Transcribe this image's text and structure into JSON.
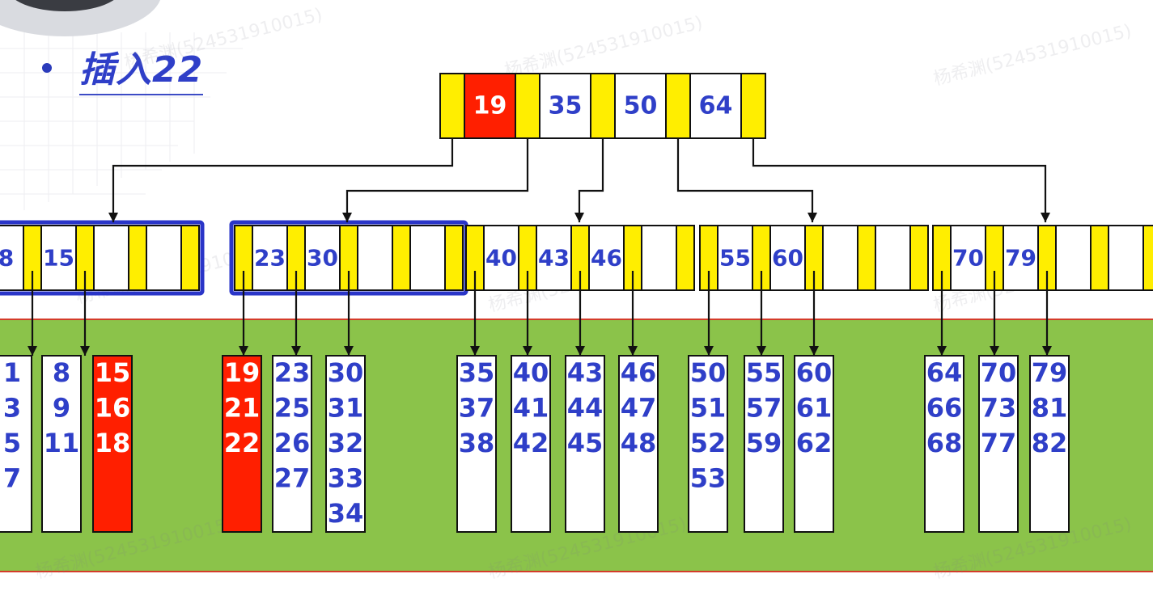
{
  "slide": {
    "bullet_title": "插入22",
    "watermark": "杨希渊(524531910015)"
  },
  "colors": {
    "key_text": "#2f3fc8",
    "pointer_slot": "#ffee00",
    "highlight": "#ff1f00",
    "group_border": "#2a35c8",
    "band": "#8bc34a",
    "band_border": "#d43c2a"
  },
  "root": {
    "keys": [
      "19",
      "35",
      "50",
      "64"
    ],
    "highlight_keys": [
      "19"
    ]
  },
  "internal_nodes": [
    {
      "keys": [
        "8",
        "15",
        "",
        ""
      ],
      "outlined": true
    },
    {
      "keys": [
        "23",
        "30",
        "",
        ""
      ],
      "outlined": true
    },
    {
      "keys": [
        "40",
        "43",
        "46",
        ""
      ],
      "outlined": false
    },
    {
      "keys": [
        "55",
        "60",
        "",
        ""
      ],
      "outlined": false
    },
    {
      "keys": [
        "70",
        "79",
        "",
        ""
      ],
      "outlined": false
    }
  ],
  "leaves": [
    {
      "values": [
        "1",
        "3",
        "5",
        "7"
      ],
      "highlight": false
    },
    {
      "values": [
        "8",
        "9",
        "11"
      ],
      "highlight": false
    },
    {
      "values": [
        "15",
        "16",
        "18"
      ],
      "highlight": true
    },
    {
      "values": [
        "19",
        "21",
        "22"
      ],
      "highlight": true
    },
    {
      "values": [
        "23",
        "25",
        "26",
        "27"
      ],
      "highlight": false
    },
    {
      "values": [
        "30",
        "31",
        "32",
        "33",
        "34"
      ],
      "highlight": false
    },
    {
      "values": [
        "35",
        "37",
        "38"
      ],
      "highlight": false
    },
    {
      "values": [
        "40",
        "41",
        "42"
      ],
      "highlight": false
    },
    {
      "values": [
        "43",
        "44",
        "45"
      ],
      "highlight": false
    },
    {
      "values": [
        "46",
        "47",
        "48"
      ],
      "highlight": false
    },
    {
      "values": [
        "50",
        "51",
        "52",
        "53"
      ],
      "highlight": false
    },
    {
      "values": [
        "55",
        "57",
        "59"
      ],
      "highlight": false
    },
    {
      "values": [
        "60",
        "61",
        "62"
      ],
      "highlight": false
    },
    {
      "values": [
        "64",
        "66",
        "68"
      ],
      "highlight": false
    },
    {
      "values": [
        "70",
        "73",
        "77"
      ],
      "highlight": false
    },
    {
      "values": [
        "79",
        "81",
        "82"
      ],
      "highlight": false
    }
  ]
}
